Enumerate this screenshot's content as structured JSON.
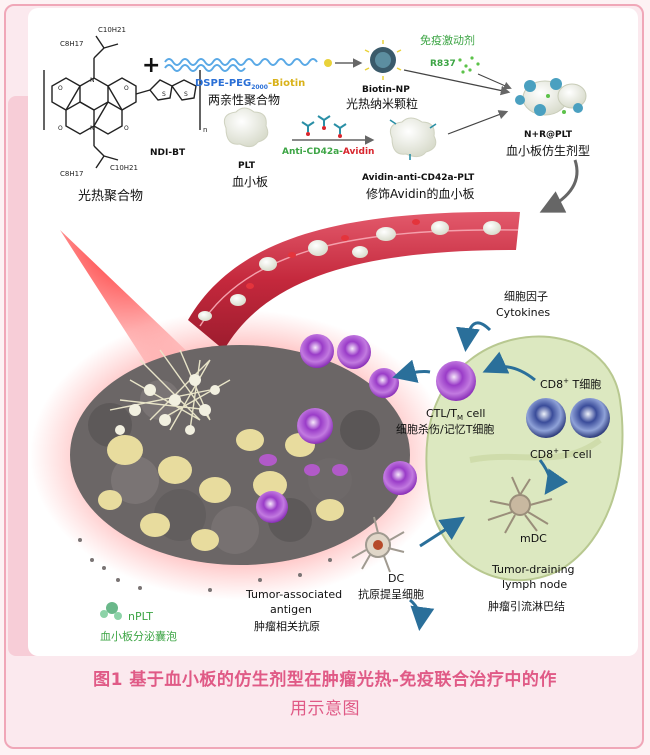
{
  "colors": {
    "caption": "#e05a86",
    "frame": "#f0a7b8",
    "vessel": "#c83246",
    "tumor_glow": "#ff2a2a",
    "ctl_cell": "#b05adc",
    "lymph_node": "#dce8c0",
    "label_green": "#3da545",
    "label_blue": "#2a6fd6",
    "label_red": "#d8262e"
  },
  "chem": {
    "r1": "C10H21",
    "r2": "C8H17",
    "r3": "C8H17",
    "r4": "C10H21",
    "n_index": "n",
    "name": "NDI-BT",
    "label": "光热聚合物"
  },
  "plus": "+",
  "lipid": {
    "name_part1": "DSPE-PEG",
    "sub": "2000",
    "name_part2": "-Biotin",
    "label": "两亲性聚合物"
  },
  "biotin_np": {
    "name": "Biotin-NP",
    "label": "光热纳米颗粒"
  },
  "immuno": {
    "label": "免疫激动剂",
    "drug": "R837"
  },
  "nr_plt": {
    "name": "N+R@PLT",
    "label": "血小板仿生剂型"
  },
  "plt": {
    "name": "PLT",
    "label": "血小板"
  },
  "antibody": {
    "part1": "Anti-CD42a-",
    "part2": "Avidin"
  },
  "avidin_plt": {
    "name": "Avidin-anti-CD42a-PLT",
    "label": "修饰Avidin的血小板"
  },
  "cytokines": {
    "cn": "细胞因子",
    "en": "Cytokines"
  },
  "ctl": {
    "en": "CTL/T",
    "sub": "M",
    "en2": " cell",
    "cn": "细胞杀伤/记忆T细胞"
  },
  "cd8_top": {
    "main": "CD8",
    "sup": "+",
    "rest": " T细胞"
  },
  "cd8_bottom": {
    "main": "CD8",
    "sup": "+",
    "rest": " T cell"
  },
  "mdc": "mDC",
  "lymph": {
    "en1": "Tumor-draining",
    "en2": "lymph node",
    "cn": "肿瘤引流淋巴结"
  },
  "dc": {
    "en": "DC",
    "cn": "抗原提呈细胞"
  },
  "antigen": {
    "en1": "Tumor-associated",
    "en2": "antigen",
    "cn": "肿瘤相关抗原"
  },
  "nplt": {
    "en": "nPLT",
    "cn": "血小板分泌囊泡"
  },
  "caption": {
    "fig_num": "图1",
    "line1": " 基于血小板的仿生剂型在肿瘤光热-免疫联合治疗中的作",
    "line2": "用示意图"
  }
}
